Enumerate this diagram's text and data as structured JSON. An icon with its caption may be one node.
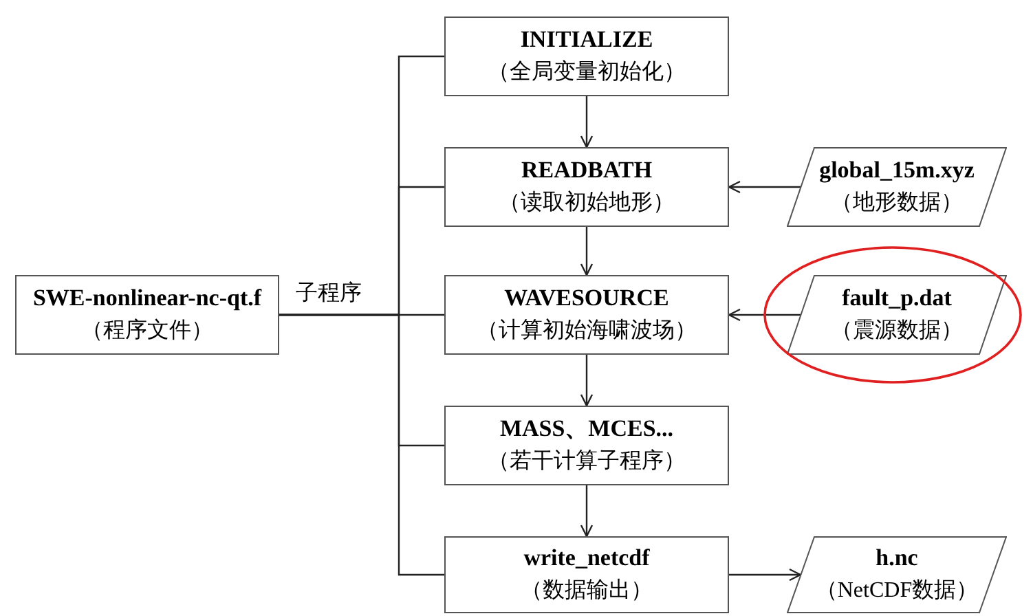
{
  "diagram": {
    "nodes": [
      {
        "text": [
          "SWE-nonlinear-nc-qt.f",
          "（程序文件）"
        ]
      },
      {
        "text": [
          "INITIALIZE",
          "（全局变量初始化）"
        ]
      },
      {
        "text": [
          "READBATH",
          "（读取初始地形）"
        ]
      },
      {
        "text": [
          "global_15m.xyz",
          "（地形数据）"
        ]
      },
      {
        "text": [
          "WAVESOURCE",
          "（计算初始海啸波场）"
        ]
      },
      {
        "text": [
          "fault_p.dat",
          "（震源数据）"
        ]
      },
      {
        "text": [
          "MASS、MCES...",
          "（若干计算子程序）"
        ]
      },
      {
        "text": [
          "write_netcdf",
          "（数据输出）"
        ]
      },
      {
        "text": [
          "h.nc",
          "（NetCDF数据）"
        ]
      }
    ],
    "edges": [
      {
        "from": 0,
        "to": 1,
        "arrow": "none"
      },
      {
        "from": 0,
        "to": 2,
        "arrow": "none"
      },
      {
        "from": 0,
        "to": 4,
        "arrow": "none"
      },
      {
        "from": 0,
        "to": 6,
        "arrow": "none"
      },
      {
        "from": 0,
        "to": 7,
        "arrow": "none"
      },
      {
        "from": 1,
        "to": 2,
        "arrow": "to"
      },
      {
        "from": 2,
        "to": 4,
        "arrow": "to"
      },
      {
        "from": 4,
        "to": 6,
        "arrow": "to"
      },
      {
        "from": 6,
        "to": 7,
        "arrow": "to"
      },
      {
        "from": 3,
        "to": 2,
        "arrow": "to"
      },
      {
        "from": 5,
        "to": 4,
        "arrow": "to"
      },
      {
        "from": 7,
        "to": 8,
        "arrow": "to"
      }
    ],
    "labels": [
      "子程序"
    ]
  }
}
